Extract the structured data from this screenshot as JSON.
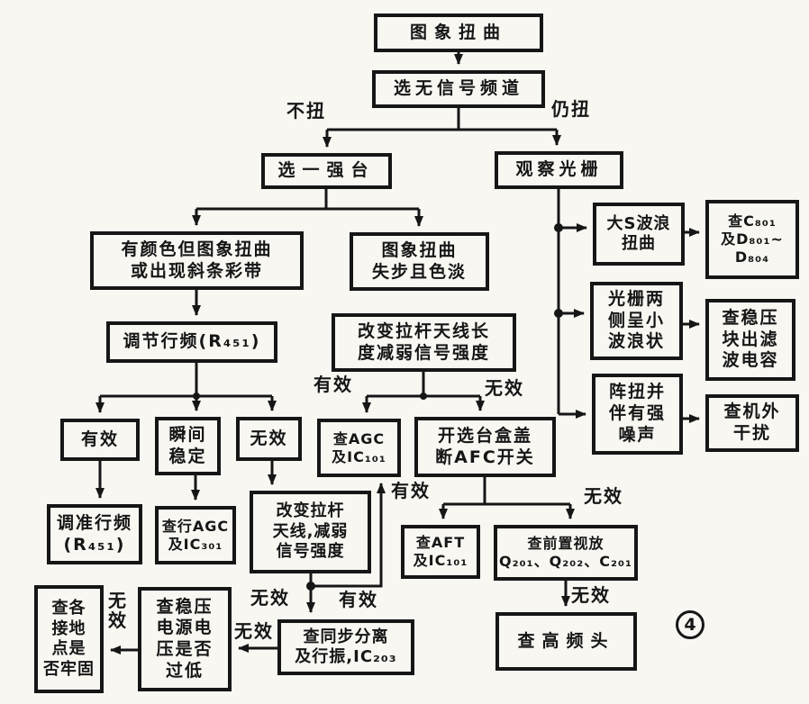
{
  "nodes": {
    "image_distortion": "图象扭曲",
    "select_no_signal_channel": "选无信号频道",
    "select_strong_station": "选一强台",
    "observe_raster": "观察光栅",
    "color_but_distorted": "有颜色但图象扭曲\n或出现斜条彩带",
    "adjust_line_freq": "调节行频(R₄₅₁)",
    "distorted_lost_sync": "图象扭曲\n失步且色淡",
    "change_antenna_length": "改变拉杆天线长\n度减弱信号强度",
    "effective_box": "有效",
    "momentary_stable": "瞬间\n稳定",
    "ineffective_box": "无效",
    "fine_tune_line_freq": "调准行频\n(R₄₅₁)",
    "check_line_agc": "查行AGC\n及IC₃₀₁",
    "change_rod_antenna": "改变拉杆\n天线,减弱\n信号强度",
    "check_agc": "查AGC\n及IC₁₀₁",
    "open_tuner_box": "开选台盒盖\n断AFC开关",
    "check_aft": "查AFT\n及IC₁₀₁",
    "check_video_preamp": "查前置视放\nQ₂₀₁、Q₂₀₂、C₂₀₁",
    "check_tuner": "查高频头",
    "check_sync_separation": "查同步分离\n及行振,IC₂₀₃",
    "check_power_voltage": "查稳压\n电源电\n压是否\n过低",
    "check_ground_points": "查各\n接地\n点是\n否牢固",
    "large_s_wave": "大S波浪\n扭曲",
    "check_c801": "查C₈₀₁\n及D₈₀₁~\nD₈₀₄",
    "raster_small_wave": "光栅两\n侧呈小\n波浪状",
    "check_filter_cap": "查稳压\n块出滤\n波电容",
    "burst_distortion_noise": "阵扭并\n伴有强\n噪声",
    "check_external_interference": "查机外\n干扰"
  },
  "labels": {
    "not_distorted": "不扭",
    "still_distorted": "仍扭",
    "effective_1": "有效",
    "ineffective_1": "无效",
    "effective_2": "有效",
    "ineffective_2": "无效",
    "ineffective_3": "无效",
    "effective_3": "有效",
    "ineffective_4": "无效",
    "ineffective_5": "无效",
    "ineffective_6": "无\n效"
  },
  "badge": "4",
  "colors": {
    "ink": "#161616",
    "paper": "#f8f7f2"
  }
}
